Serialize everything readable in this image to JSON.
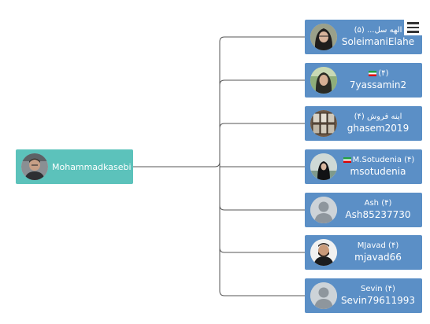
{
  "root": {
    "username": "Mohammadkasebi"
  },
  "children": [
    {
      "display_name": "الهه سل... (۵)",
      "flag": false,
      "username": "SoleimaniElahe",
      "avatar": "photo-woman-hijab"
    },
    {
      "display_name": "(۴)",
      "flag": true,
      "username": "7yassamin2",
      "avatar": "photo-woman-outdoor"
    },
    {
      "display_name": "آینه فروش (۴)",
      "flag": false,
      "username": "ghasem2019",
      "avatar": "photo-mirrors"
    },
    {
      "display_name": "M.Sotudenia (۴)",
      "flag": true,
      "username": "msotudenia",
      "avatar": "photo-woman-chador"
    },
    {
      "display_name": "Ash (۴)",
      "flag": false,
      "username": "Ash85237730",
      "avatar": "default-user"
    },
    {
      "display_name": "MJavad (۴)",
      "flag": false,
      "username": "mjavad66",
      "avatar": "photo-man-beard"
    },
    {
      "display_name": "Sevin (۴)",
      "flag": false,
      "username": "Sevin79611993",
      "avatar": "default-user"
    }
  ],
  "menu": {
    "icon": "hamburger-menu-icon"
  },
  "colors": {
    "root_bg": "#5cc2bb",
    "child_bg": "#5b8fc6",
    "connector": "#555555"
  }
}
